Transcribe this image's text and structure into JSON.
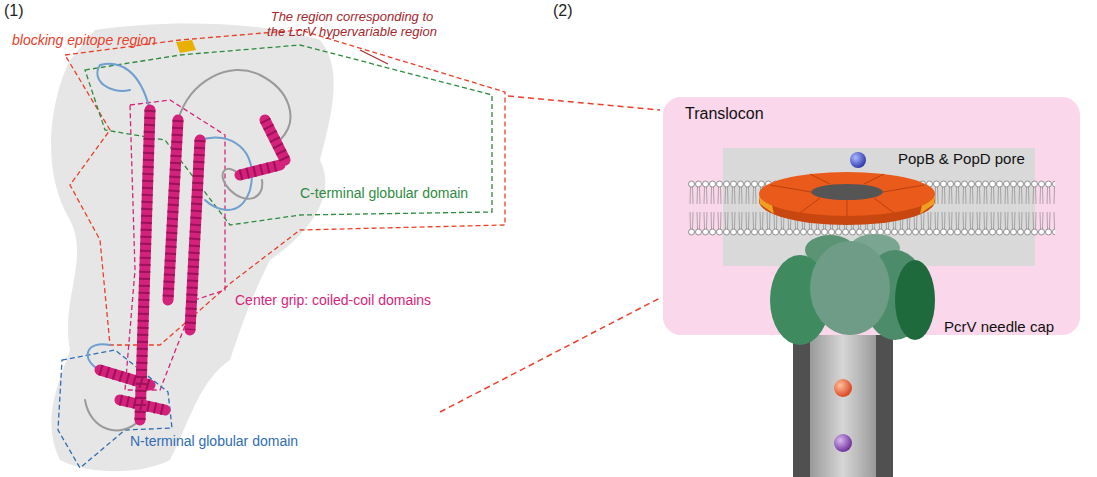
{
  "diagram": {
    "nodes": [
      {
        "text": [
          "Translocon",
          "PopB & PopD pore",
          "PcrV needle cap"
        ]
      }
    ],
    "labels": [
      "(1)",
      "(2)",
      "blocking epitope region",
      "The region corresponding to the LcrV hypervariable region",
      "C-terminal globular domain",
      "Center grip: coiled-coil domains",
      "N-terminal globular domain"
    ]
  }
}
